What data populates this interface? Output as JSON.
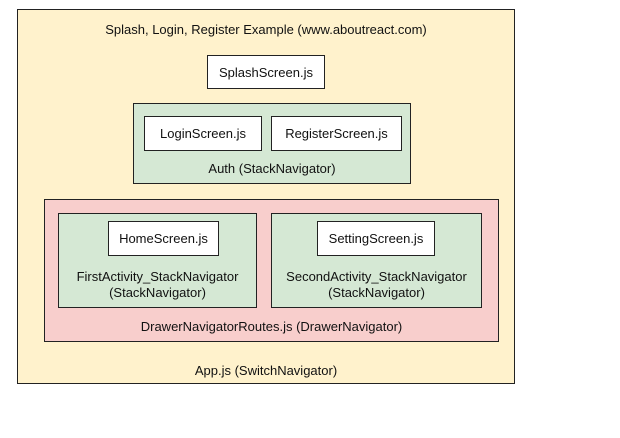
{
  "diagram": {
    "title": "Splash, Login, Register Example (www.aboutreact.com)",
    "splash_screen": "SplashScreen.js",
    "auth": {
      "login_screen": "LoginScreen.js",
      "register_screen": "RegisterScreen.js",
      "label": "Auth (StackNavigator)"
    },
    "drawer": {
      "first_activity": {
        "screen": "HomeScreen.js",
        "label_line1": "FirstActivity_StackNavigator",
        "label_line2": "(StackNavigator)"
      },
      "second_activity": {
        "screen": "SettingScreen.js",
        "label_line1": "SecondActivity_StackNavigator",
        "label_line2": "(StackNavigator)"
      },
      "label": "DrawerNavigatorRoutes.js (DrawerNavigator)"
    },
    "app_label": "App.js (SwitchNavigator)"
  },
  "colors": {
    "app_container": "#fff2cc",
    "stack_container": "#d5e8d4",
    "drawer_container": "#f8cecc",
    "screen_box": "#ffffff",
    "border": "#222222"
  }
}
